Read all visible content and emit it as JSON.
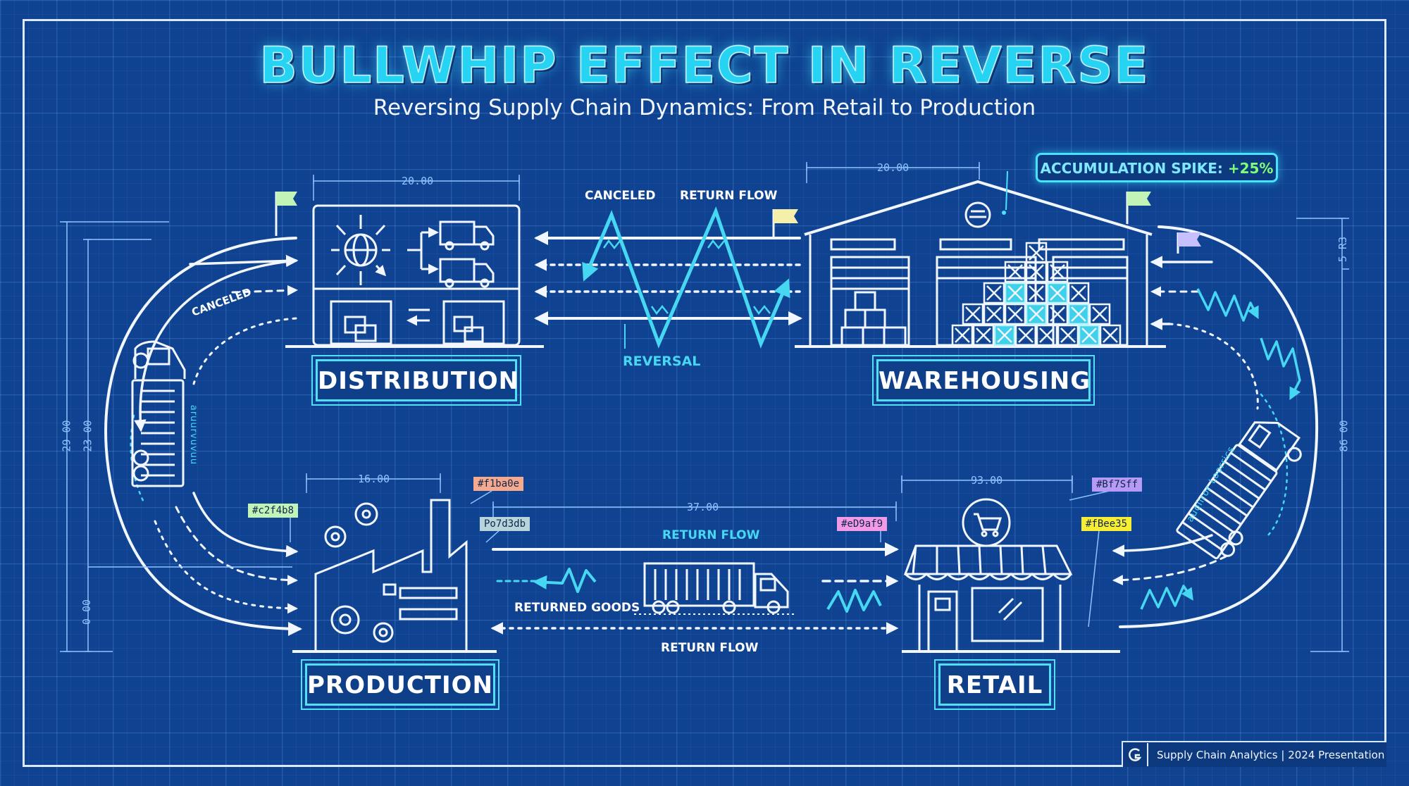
{
  "header": {
    "title": "BULLWHIP EFFECT IN REVERSE",
    "subtitle": "Reversing Supply Chain Dynamics: From Retail to Production"
  },
  "stages": {
    "distribution": "DISTRIBUTION",
    "warehousing": "WAREHOUSING",
    "production": "PRODUCTION",
    "retail": "RETAIL"
  },
  "callout": {
    "prefix": "ACCUMULATION SPIKE:",
    "value": "+25%"
  },
  "flows": {
    "canceled_top": "CANCELED",
    "return_flow_top": "RETURN FLOW",
    "reversal": "REVERSAL",
    "canceled_left": "CANCELED",
    "return_flow_upper": "RETURN FLOW",
    "returned_goods": "RETURNED GOODS",
    "return_flow_lower": "RETURN FLOW"
  },
  "dimensions": {
    "distribution_width": "20.00",
    "warehousing_width": "20.00",
    "production_width": "16.00",
    "retail_width": "93.00",
    "lower_span": "37.00",
    "left_outer": "29 00",
    "left_inner": "23 00",
    "left_base": "0 00",
    "right_top": "5 R3",
    "right_main": "86 00"
  },
  "color_tags": [
    {
      "text": "#c2f4b8",
      "color": "#c2f4b8"
    },
    {
      "text": "#f1ba0e",
      "color": "#f5a98e"
    },
    {
      "text": "Po7d3db",
      "color": "#b7d3db"
    },
    {
      "text": "#eD9af9",
      "color": "#f29ae6"
    },
    {
      "text": "#Bf7Sff",
      "color": "#b69af5"
    },
    {
      "text": "#fBee35",
      "color": "#f6ee35"
    }
  ],
  "side_labels": {
    "left_truck": "aruurvuvuu",
    "right_truck": "auoiiror Loorrics"
  },
  "footer": {
    "text": "Supply Chain Analytics | 2024 Presentation"
  },
  "colors": {
    "background": "#0f4391",
    "accent_cyan": "#46d8f2",
    "line_white": "#f1f6ff",
    "spike_green": "#7dff7a"
  }
}
